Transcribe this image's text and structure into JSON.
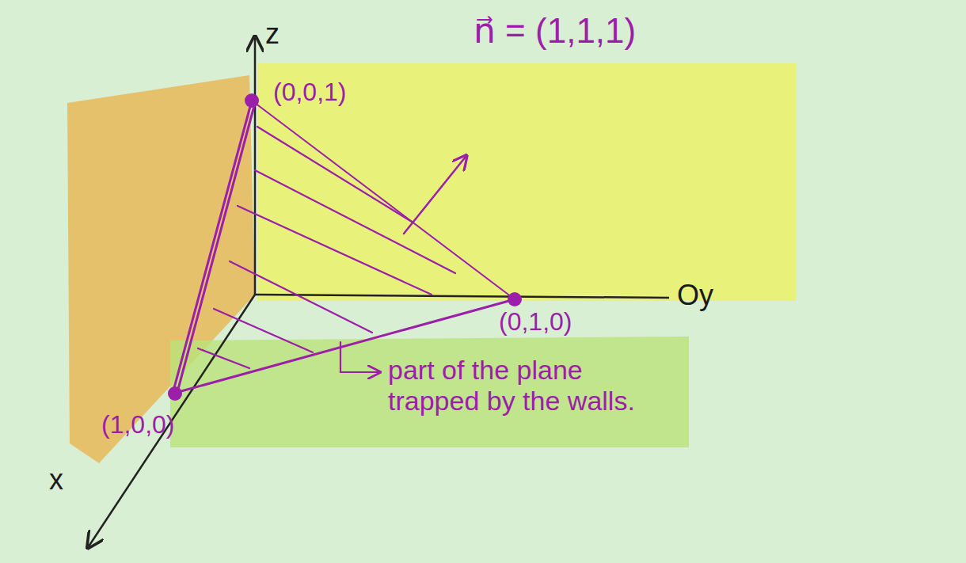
{
  "diagram": {
    "labels": [
      "z",
      "(0,0,1)",
      "n⃗ = (1,1,1)",
      "Oy",
      "(0,1,0)",
      "(1,0,0)",
      "x",
      "part of the plane trapped by the walls."
    ]
  }
}
